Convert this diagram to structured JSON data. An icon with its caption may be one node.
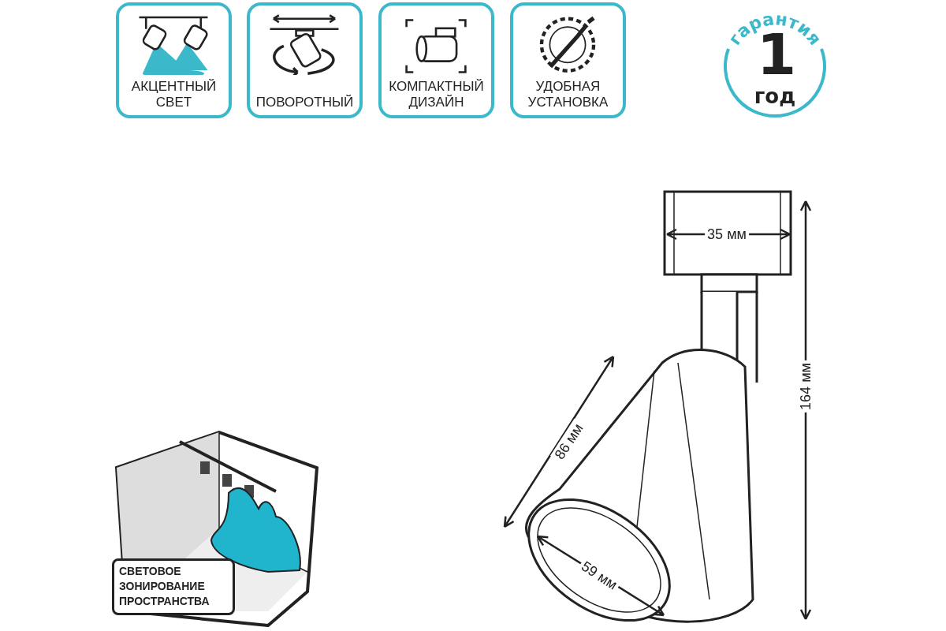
{
  "diagram": {
    "nodes": [
      {
        "text": [
          "АКЦЕНТНЫЙ СВЕТ"
        ]
      },
      {
        "text": [
          "ПОВОРОТНЫЙ"
        ]
      },
      {
        "text": [
          "КОМПАКТНЫЙ ДИЗАЙН"
        ]
      },
      {
        "text": [
          "УДОБНАЯ УСТАНОВКА"
        ]
      },
      {
        "text": [
          "гарантия",
          "1",
          "год"
        ]
      },
      {
        "text": [
          "СВЕТОВОЕ ЗОНИРОВАНИЕ ПРОСТРАНСТВА"
        ]
      }
    ],
    "labels": [
      "35 мм",
      "164 мм",
      "86 мм",
      "59 мм"
    ]
  }
}
